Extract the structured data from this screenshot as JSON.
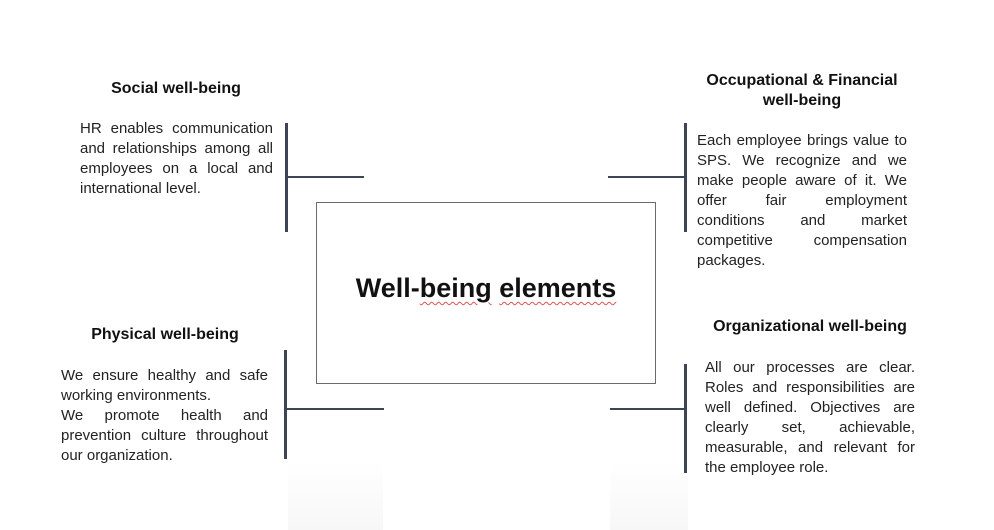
{
  "center": {
    "title_word1": "Well-",
    "title_word2": "being",
    "title_word3": "elements"
  },
  "quadrants": {
    "social": {
      "title": "Social well-being",
      "body": "HR enables communication and relationships among all employees on a local and international level."
    },
    "occupational": {
      "title_line1": "Occupational & Financial",
      "title_line2": "well-being",
      "body": "Each employee brings value to SPS. We recognize and we make people aware of it. We offer fair employment conditions and market competitive compensation packages."
    },
    "physical": {
      "title": "Physical well-being",
      "body_line1": "We ensure healthy and safe working environments.",
      "body_line2": "We promote health and prevention culture throughout our organization."
    },
    "organizational": {
      "title": "Organizational well-being",
      "body": "All our processes are clear. Roles and responsibilities are well defined. Objectives are clearly set, achievable, measurable, and relevant for the employee role."
    }
  },
  "colors": {
    "connector": "#3d4453",
    "box_border": "#6b6b6b",
    "spellcheck_underline": "#d9534f"
  }
}
